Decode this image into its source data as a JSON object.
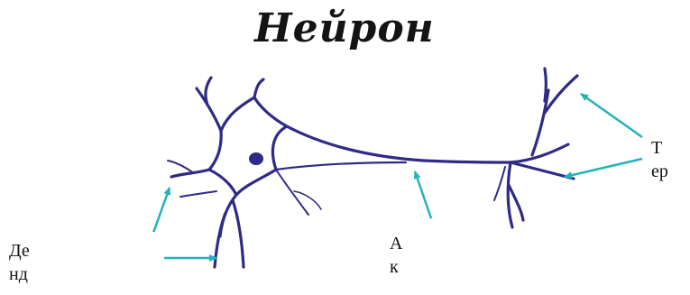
{
  "title": "Нейрон",
  "colors": {
    "neuron_stroke": "#2e2a86",
    "arrow": "#22b3b8",
    "label_text": "#111111",
    "title_text": "#141414"
  },
  "labels": {
    "dendrite": [
      "Де",
      "нд"
    ],
    "axon": [
      "А",
      "к"
    ],
    "terminal": [
      "Т",
      "ер"
    ]
  }
}
